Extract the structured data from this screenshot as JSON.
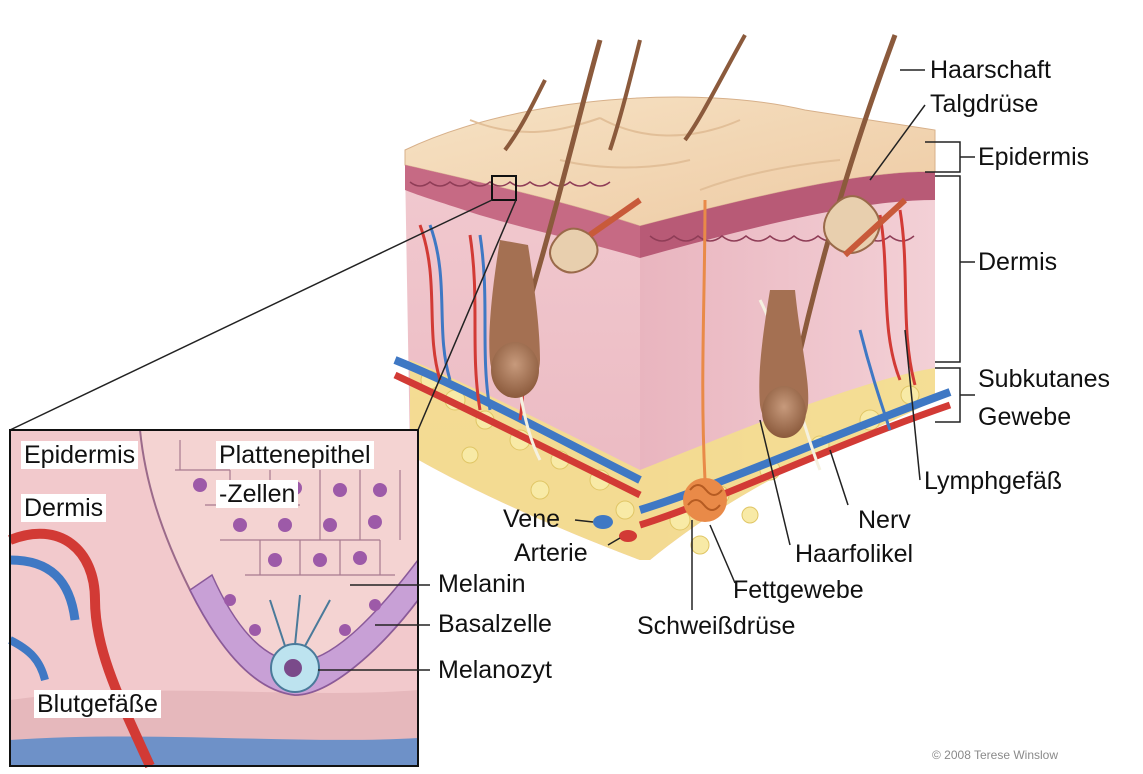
{
  "labels": {
    "haarschaft": "Haarschaft",
    "talgdruese": "Talgdrüse",
    "epidermis": "Epidermis",
    "dermis": "Dermis",
    "subkutanes": "Subkutanes",
    "gewebe": "Gewebe",
    "lymphgefaess": "Lymphgefäß",
    "nerv": "Nerv",
    "haarfolikel": "Haarfolikel",
    "fettgewebe": "Fettgewebe",
    "schweissdruese": "Schweißdrüse",
    "vene": "Vene",
    "arterie": "Arterie"
  },
  "inset": {
    "epidermis": "Epidermis",
    "dermis": "Dermis",
    "plattenepithel_1": "Plattenepithel",
    "plattenepithel_2": "-Zellen",
    "melanin": "Melanin",
    "basalzelle": "Basalzelle",
    "melanozyt": "Melanozyt",
    "blutgefaesse": "Blutgefäße"
  },
  "copyright": "© 2008 Terese Winslow",
  "colors": {
    "skin_top": "#f3d9b8",
    "epidermis_layer": "#c66a84",
    "dermis": "#f2cdd2",
    "dermis_side": "#e9b8c2",
    "fat": "#f4e08a",
    "hair": "#8b5a3c",
    "artery": "#d23a35",
    "vein": "#3f78c4",
    "gland": "#e98a48",
    "inset_cells": "#c8a0d6"
  }
}
